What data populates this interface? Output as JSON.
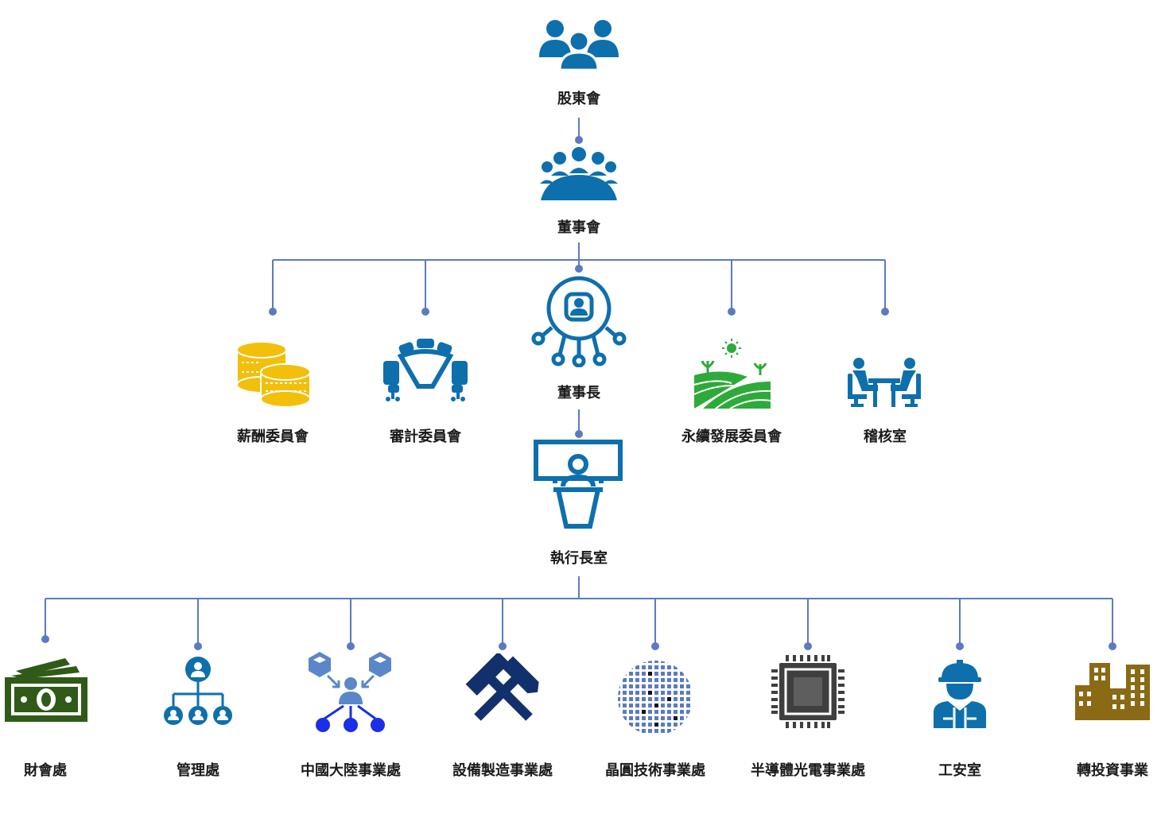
{
  "colors": {
    "line": "#5b7bc0",
    "blue": "#0e6fad",
    "gold": "#f2bf0a",
    "green": "#2eaa3a",
    "navy": "#12306b",
    "money": "#2f5a18",
    "gray": "#3f3f3f",
    "bronze": "#8a6a14"
  },
  "nodes": {
    "shareholders": {
      "label": "股東會",
      "icon": "people-group-icon"
    },
    "board": {
      "label": "董事會",
      "icon": "boardroom-icon"
    },
    "chairman": {
      "label": "董事長",
      "icon": "network-person-icon"
    },
    "ceo_office": {
      "label": "執行長室",
      "icon": "podium-speaker-icon"
    }
  },
  "committees": [
    {
      "label": "薪酬委員會",
      "icon": "coins-icon"
    },
    {
      "label": "審計委員會",
      "icon": "conference-table-icon"
    },
    {
      "label": "永續發展委員會",
      "icon": "farmland-sun-icon"
    },
    {
      "label": "稽核室",
      "icon": "meeting-desk-icon"
    }
  ],
  "divisions": [
    {
      "label": "財會處",
      "icon": "banknotes-icon"
    },
    {
      "label": "管理處",
      "icon": "org-hierarchy-icon"
    },
    {
      "label": "中國大陸事業處",
      "icon": "distribution-network-icon"
    },
    {
      "label": "設備製造事業處",
      "icon": "crossed-hammers-icon"
    },
    {
      "label": "晶圓技術事業處",
      "icon": "wafer-icon"
    },
    {
      "label": "半導體光電事業處",
      "icon": "microchip-icon"
    },
    {
      "label": "工安室",
      "icon": "safety-worker-icon"
    },
    {
      "label": "轉投資事業",
      "icon": "buildings-icon"
    }
  ]
}
